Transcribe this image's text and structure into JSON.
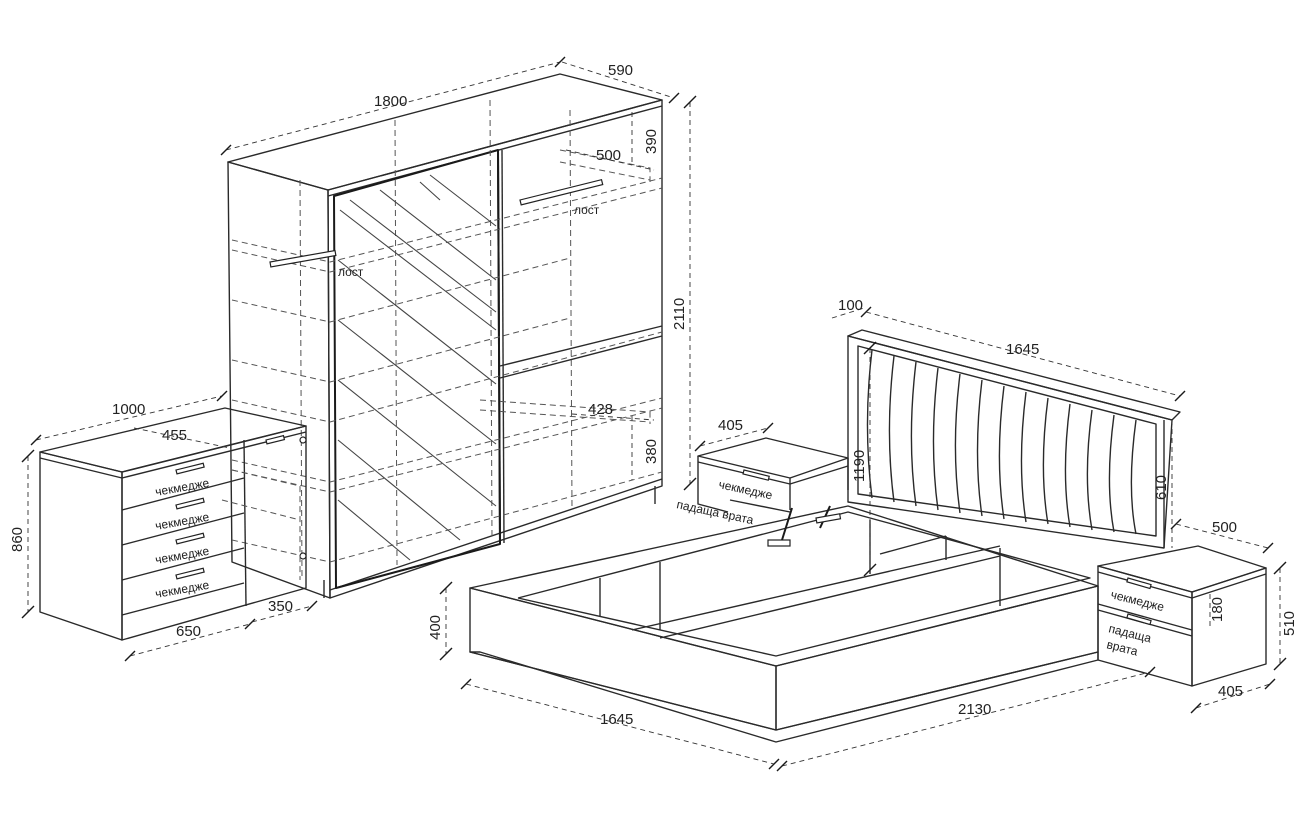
{
  "wardrobe": {
    "width": "1800",
    "depth": "590",
    "height": "2110",
    "shelf_depth": "500",
    "top_section": "390",
    "inner_depth": "428",
    "lower_section": "380",
    "rod_label": "лост"
  },
  "dresser": {
    "width": "1000",
    "depth": "455",
    "height": "860",
    "drawer_block": "650",
    "side_block": "350",
    "drawer_label": "чекмедже"
  },
  "bed": {
    "headboard_thickness": "100",
    "headboard_width": "1645",
    "headboard_height": "1190",
    "headboard_panel": "610",
    "frame_width": "1645",
    "frame_length": "2130",
    "frame_height": "400"
  },
  "nightstand_left": {
    "width": "405",
    "drawer_label": "чекмедже",
    "door_label": "падаща врата"
  },
  "nightstand_right": {
    "depth": "500",
    "height": "510",
    "drawer_height": "180",
    "width": "405",
    "drawer_label": "чекмедже",
    "door_label_1": "падаща",
    "door_label_2": "врата"
  }
}
